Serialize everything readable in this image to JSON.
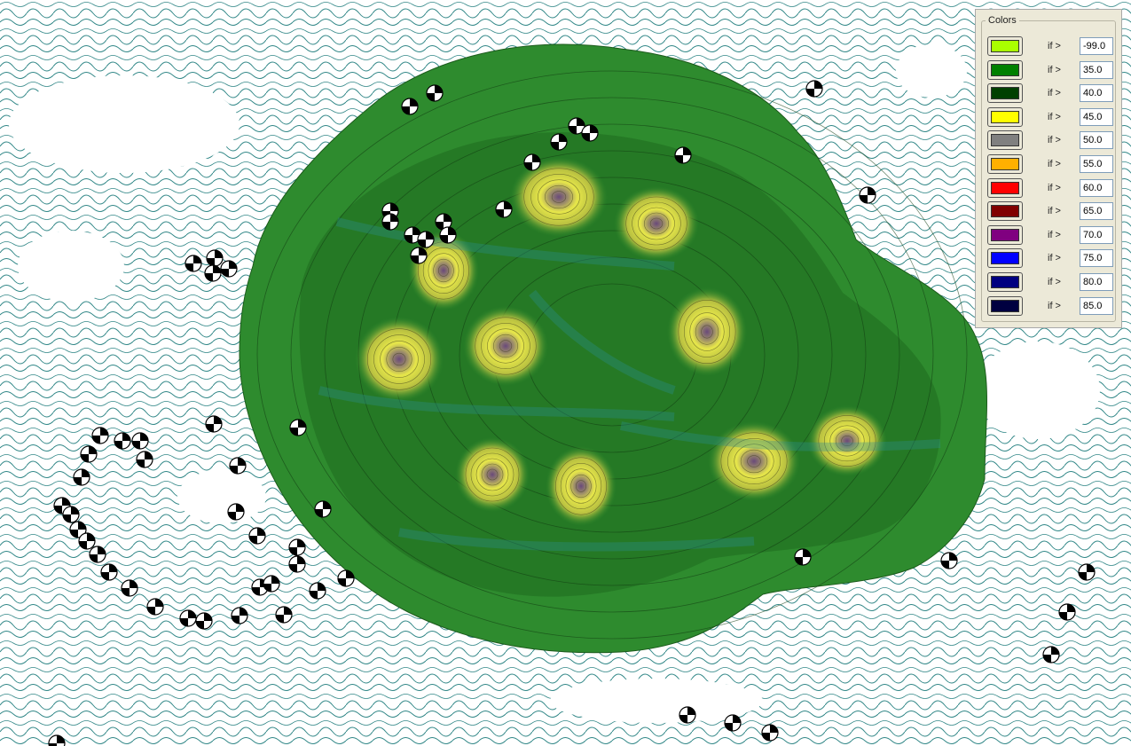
{
  "panel": {
    "title": "Colors",
    "rows": [
      {
        "color": "#aaff00",
        "label": "if >",
        "value": "-99.0"
      },
      {
        "color": "#008000",
        "label": "if >",
        "value": "35.0"
      },
      {
        "color": "#004000",
        "label": "if >",
        "value": "40.0"
      },
      {
        "color": "#ffff00",
        "label": "if >",
        "value": "45.0"
      },
      {
        "color": "#808080",
        "label": "if >",
        "value": "50.0"
      },
      {
        "color": "#ffb000",
        "label": "if >",
        "value": "55.0"
      },
      {
        "color": "#ff0000",
        "label": "if >",
        "value": "60.0"
      },
      {
        "color": "#800000",
        "label": "if >",
        "value": "65.0"
      },
      {
        "color": "#800080",
        "label": "if >",
        "value": "70.0"
      },
      {
        "color": "#0000ff",
        "label": "if >",
        "value": "75.0"
      },
      {
        "color": "#000080",
        "label": "if >",
        "value": "80.0"
      },
      {
        "color": "#000040",
        "label": "if >",
        "value": "85.0"
      }
    ]
  },
  "map": {
    "contour_color": "#1a7a7a",
    "island_color": "#2e8b2e",
    "island_dark_color": "#1f6b1f",
    "peak_color": "#e6e64a",
    "peak_count": 10,
    "marker_count": 60
  }
}
